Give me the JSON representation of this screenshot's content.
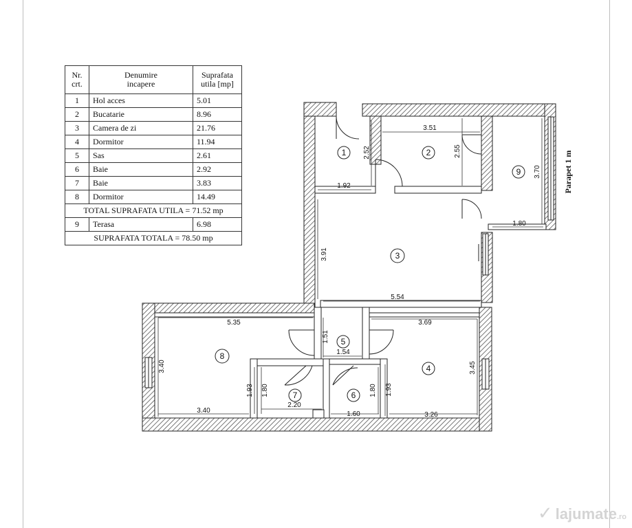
{
  "table": {
    "headers": {
      "nr": "Nr.\ncrt.",
      "name": "Denumire\nincapere",
      "area": "Suprafata\nutila [mp]"
    },
    "rows": [
      {
        "nr": "1",
        "name": "Hol acces",
        "area": "5.01"
      },
      {
        "nr": "2",
        "name": "Bucatarie",
        "area": "8.96"
      },
      {
        "nr": "3",
        "name": "Camera de zi",
        "area": "21.76"
      },
      {
        "nr": "4",
        "name": "Dormitor",
        "area": "11.94"
      },
      {
        "nr": "5",
        "name": "Sas",
        "area": "2.61"
      },
      {
        "nr": "6",
        "name": "Baie",
        "area": "2.92"
      },
      {
        "nr": "7",
        "name": "Baie",
        "area": "3.83"
      },
      {
        "nr": "8",
        "name": "Dormitor",
        "area": "14.49"
      }
    ],
    "total_util": "TOTAL SUPRAFATA UTILA = 71.52 mp",
    "terrace": {
      "nr": "9",
      "name": "Terasa",
      "area": "6.98"
    },
    "total": "SUPRAFATA TOTALA = 78.50 mp"
  },
  "plan": {
    "rooms": [
      "1",
      "2",
      "3",
      "4",
      "5",
      "6",
      "7",
      "8",
      "9"
    ],
    "dimensions": {
      "r1_height": "2.52",
      "r1_width": "1.92",
      "r2_width": "3.51",
      "r2_height": "2.55",
      "r9_height": "3.70",
      "r9_width": "1.80",
      "r3_height": "3.91",
      "r3_width": "5.54",
      "r8_width_top": "5.35",
      "r8_height": "3.40",
      "r8_width_bottom": "3.40",
      "r8_inner_height": "1.93",
      "r5_height": "1.51",
      "r5_width": "1.54",
      "r7_height": "1.80",
      "r7_width": "2.20",
      "r6_height": "1.80",
      "r6_width": "1.60",
      "r4_width_top": "3.69",
      "r4_height": "3.45",
      "r4_inner_height": "1.93",
      "r4_width_bottom": "3.26"
    },
    "parapet": "Parapet 1 m"
  },
  "watermark": {
    "text": "lajumate",
    "tld": ".ro"
  }
}
